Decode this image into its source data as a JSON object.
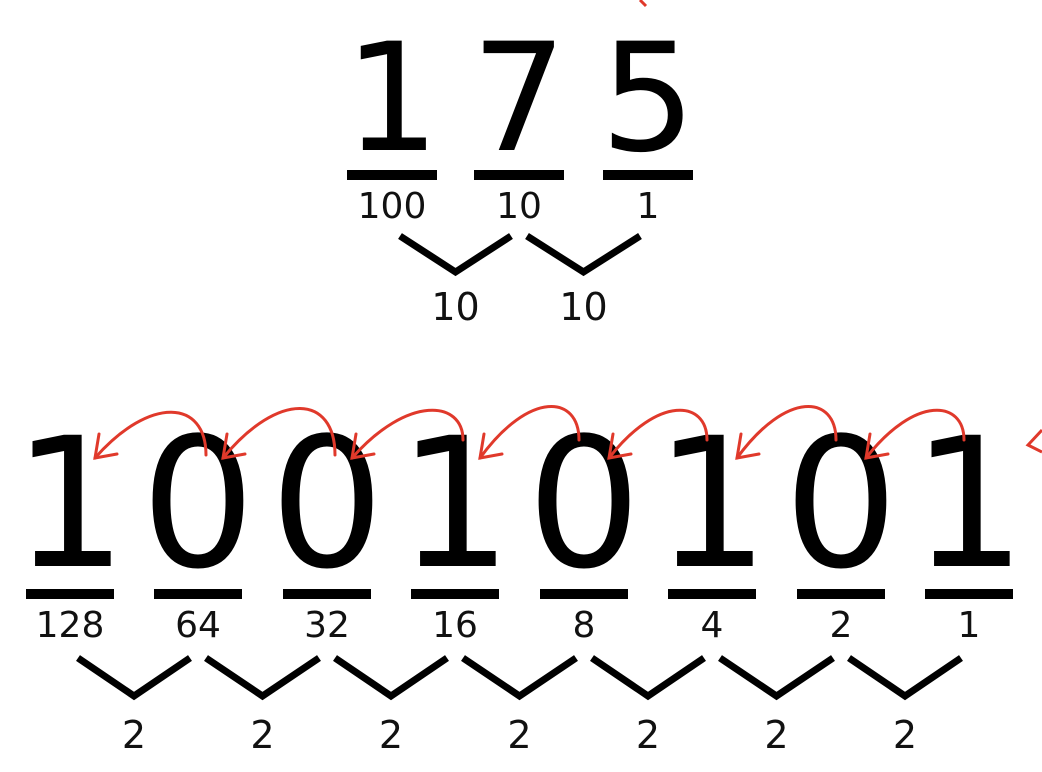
{
  "colors": {
    "ink": "#000000",
    "annotation": "#e0392b"
  },
  "decimal": {
    "digits": [
      "1",
      "7",
      "5"
    ],
    "place_values": [
      "100",
      "10",
      "1"
    ],
    "bases": [
      "10",
      "10"
    ]
  },
  "binary": {
    "digits": [
      "1",
      "0",
      "0",
      "1",
      "0",
      "1",
      "0",
      "1"
    ],
    "place_values": [
      "128",
      "64",
      "32",
      "16",
      "8",
      "4",
      "2",
      "1"
    ],
    "bases": [
      "2",
      "2",
      "2",
      "2",
      "2",
      "2",
      "2"
    ]
  }
}
